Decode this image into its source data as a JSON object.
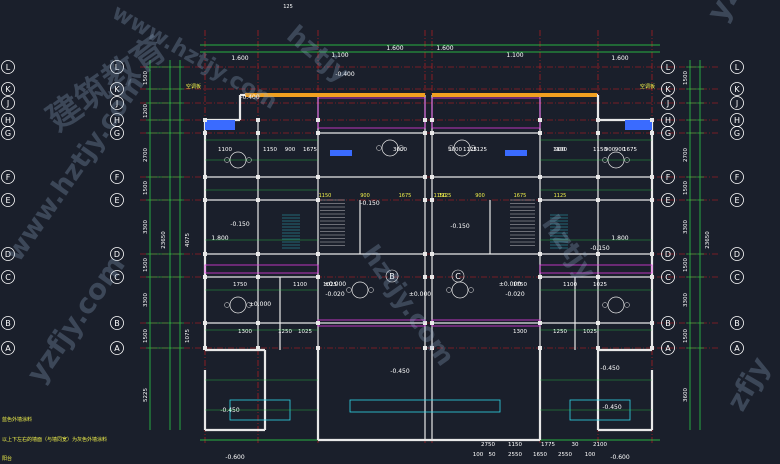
{
  "colors": {
    "background": "#1a1f2b",
    "wall": "#e8e8e8",
    "axis": "#d21e1e",
    "dimension": "#2ee24a",
    "text_yellow": "#f2f24a",
    "text_white": "#ffffff",
    "magenta": "#e43be4",
    "cyan": "#2fd6e6",
    "orange": "#f0a020",
    "blue": "#3a6bff",
    "grid_bubble": "#ffffff"
  },
  "axes": {
    "left_labels": [
      "L",
      "K",
      "J",
      "H",
      "G",
      "F",
      "E",
      "D",
      "C",
      "B",
      "A"
    ],
    "right_labels": [
      "L",
      "K",
      "J",
      "H",
      "G",
      "F",
      "E",
      "D",
      "C",
      "B",
      "A"
    ]
  },
  "dims": {
    "top": [
      "1.600",
      "1.600",
      "1.100",
      "1.100",
      "1.600",
      "1.600"
    ],
    "top_small": "125",
    "left_outer": [
      "1500",
      "1200",
      "2700",
      "1500",
      "3300",
      "1500",
      "3300",
      "1500",
      "5225"
    ],
    "left_inner": [
      "23650",
      "4075",
      "1075"
    ],
    "right_outer": [
      "1500",
      "2700",
      "1500",
      "3300",
      "1500",
      "3300",
      "1500",
      "3600"
    ],
    "right_inner": [
      "23650"
    ],
    "bottom": [
      "2750",
      "1150",
      "1775",
      "30",
      "2100"
    ],
    "bottom_row2": [
      "100",
      "50",
      "2550",
      "1650",
      "2550",
      "100"
    ],
    "row_mid": [
      "1100",
      "1150",
      "900",
      "1675",
      "3000",
      "1125",
      "900"
    ],
    "row_lower": [
      "1750",
      "1100",
      "1025",
      "1300",
      "1250",
      "1025"
    ]
  },
  "elevations": [
    "-0.400",
    "-0.400",
    "-0.150",
    "-0.150",
    "-0.150",
    "-0.150",
    "±0.000",
    "±0.000",
    "±0.000",
    "±0.000",
    "-0.020",
    "-0.020",
    "-0.450",
    "-0.450",
    "-0.450",
    "-0.450",
    "-0.600",
    "-0.600"
  ],
  "unit_labels": [
    "B",
    "C"
  ],
  "room_labels": [
    "1.800",
    "1.800"
  ],
  "notes": {
    "left_top": "空调板",
    "right_top": "空调板",
    "legend_1": "蓝色外墙涂料",
    "legend_2": "以上下左右的墙面（与墙同宽）为灰色外墙涂料",
    "legend_3": "阳台"
  },
  "watermarks": [
    "www.hztjy.com",
    "hztjy",
    "yzfjy",
    "建筑教育",
    "www.hztjy.com",
    "yzfjy.com",
    "hztjy.com",
    "hztjy",
    "zfjy"
  ]
}
